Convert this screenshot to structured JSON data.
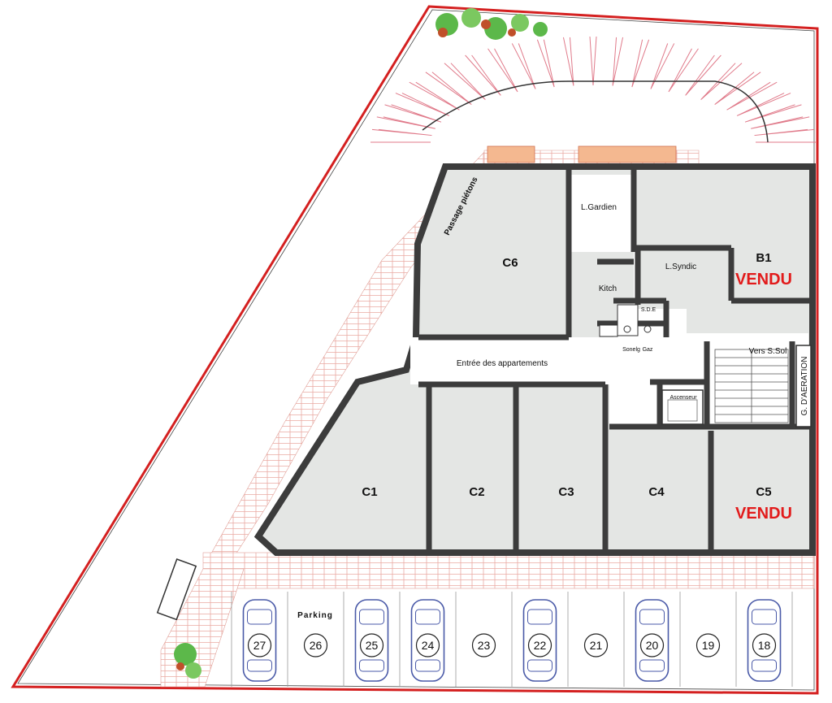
{
  "rooms": {
    "c1": "C1",
    "c2": "C2",
    "c3": "C3",
    "c4": "C4",
    "c5": "C5",
    "c6": "C6",
    "b1": "B1"
  },
  "sold_label": "VENDU",
  "labels": {
    "gardien": "L.Gardien",
    "syndic": "L.Syndic",
    "kitch": "Kitch",
    "sde": "S.D.E",
    "entree": "Entrée des appartements",
    "ascenseur": "Ascenseur",
    "vers_ssol": "Vers S.Sol",
    "aeration": "G. D'AERATION",
    "passage": "Passage piétons",
    "parking": "Parking",
    "gaine": "Sonelg",
    "gaz": "Gaz"
  },
  "parking_spots": [
    "27",
    "26",
    "25",
    "24",
    "23",
    "22",
    "21",
    "20",
    "19",
    "18"
  ],
  "parked_cars": [
    "27",
    "25",
    "24",
    "22",
    "20",
    "18"
  ],
  "colors": {
    "wall": "#3c3c3c",
    "room_fill": "#e4e6e4",
    "boundary": "#d42020",
    "paving": "#e8a8a0",
    "sold": "#e21b1b",
    "car": "#4a5aa8",
    "tree": "#5cb84a"
  }
}
